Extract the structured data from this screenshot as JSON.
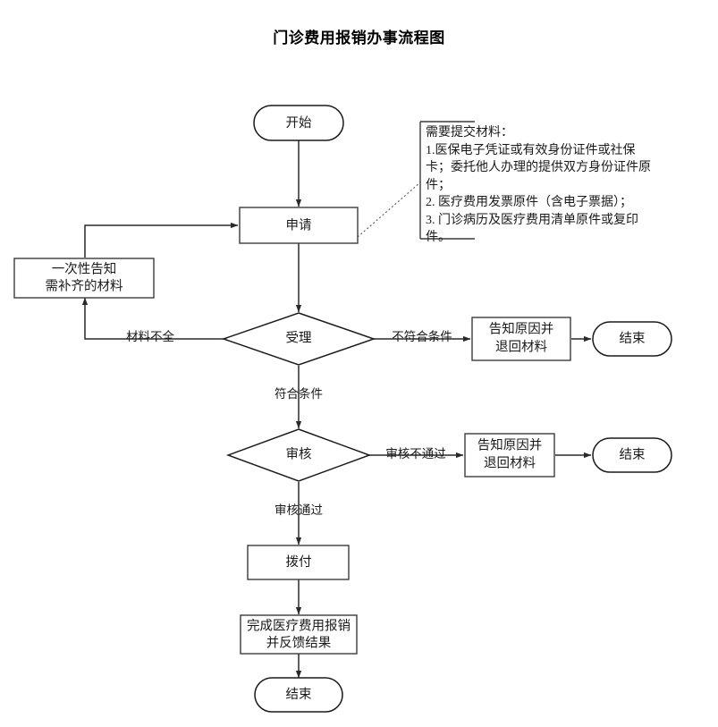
{
  "document": {
    "title": "门诊费用报销办事流程图"
  },
  "theme": {
    "background": "#ffffff",
    "node_stroke": "#3b3b3b",
    "diamond_stroke": "#1a1a1a",
    "edge_stroke": "#4a4a4a",
    "text_color": "#1a1a1a"
  },
  "nodes": {
    "start": {
      "label": "开始",
      "shape": "terminal"
    },
    "apply": {
      "label": "申请",
      "shape": "process"
    },
    "notify_supplement": {
      "label": "一次性告知\n需补齐的材料",
      "line1": "一次性告知",
      "line2": "需补齐的材料",
      "shape": "process"
    },
    "accept": {
      "label": "受理",
      "shape": "decision"
    },
    "reject_accept": {
      "label": "告知原因并\n退回材料",
      "line1": "告知原因并",
      "line2": "退回材料",
      "shape": "process"
    },
    "end_accept": {
      "label": "结束",
      "shape": "terminal"
    },
    "review": {
      "label": "审核",
      "shape": "decision"
    },
    "reject_review": {
      "label": "告知原因并\n退回材料",
      "line1": "告知原因并",
      "line2": "退回材料",
      "shape": "process"
    },
    "end_review": {
      "label": "结束",
      "shape": "terminal"
    },
    "disburse": {
      "label": "拨付",
      "shape": "process"
    },
    "complete": {
      "label": "完成医疗费用报销\n并反馈结果",
      "line1": "完成医疗费用报销",
      "line2": "并反馈结果",
      "shape": "process"
    },
    "end_final": {
      "label": "结束",
      "shape": "terminal"
    }
  },
  "edge_labels": {
    "incomplete_materials": "材料不全",
    "meets_conditions": "符合条件",
    "not_meets_conditions": "不符合条件",
    "review_passed": "审核通过",
    "review_failed": "审核不通过"
  },
  "note": {
    "heading": "需要提交材料：",
    "lines": [
      "需要提交材料：",
      "1.医保电子凭证或有效身份证件或社保",
      "卡；委托他人办理的提供双方身份证件原",
      "件；",
      "2. 医疗费用发票原件（含电子票据）；",
      "3. 门诊病历及医疗费用清单原件或复印",
      "件。"
    ],
    "full_text": "需要提交材料：\n1.医保电子凭证或有效身份证件或社保卡；委托他人办理的提供双方身份证件原件；\n2. 医疗费用发票原件（含电子票据）；\n3. 门诊病历及医疗费用清单原件或复印件。"
  }
}
